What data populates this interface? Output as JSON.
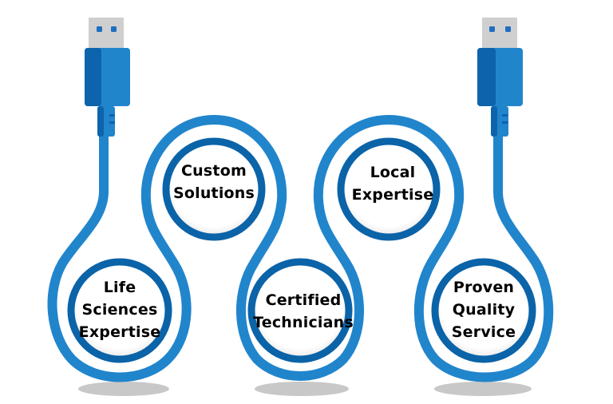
{
  "diagram": {
    "type": "usb-cable-infographic",
    "colors": {
      "cable": "#2185cc",
      "cable_dark": "#0b63a8",
      "plug_body_light": "#2185cc",
      "plug_body_dark": "#0d64ad",
      "plug_tip": "#cfcfcf",
      "plug_tip_holes": "#1f6fc0",
      "circle_fill": "#ffffff",
      "shadow": "#c8c8c8"
    },
    "nodes": [
      {
        "id": "life-sciences",
        "position": "bottom-left",
        "lines": [
          "Life",
          "Sciences",
          "Expertise"
        ]
      },
      {
        "id": "custom-solutions",
        "position": "top-left",
        "lines": [
          "Custom",
          "Solutions"
        ]
      },
      {
        "id": "certified-technicians",
        "position": "bottom-middle",
        "lines": [
          "Certified",
          "Technicians"
        ]
      },
      {
        "id": "local-expertise",
        "position": "top-right",
        "lines": [
          "Local",
          "Expertise"
        ]
      },
      {
        "id": "proven-quality",
        "position": "bottom-right",
        "lines": [
          "Proven",
          "Quality",
          "Service"
        ]
      }
    ],
    "plugs": [
      {
        "id": "left-usb-plug",
        "icon": "usb-plug-icon"
      },
      {
        "id": "right-usb-plug",
        "icon": "usb-plug-icon"
      }
    ]
  }
}
